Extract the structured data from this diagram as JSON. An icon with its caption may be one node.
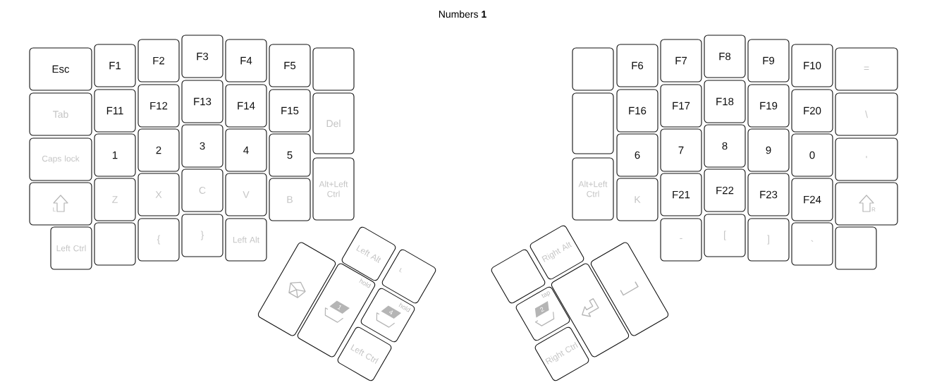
{
  "diagram": {
    "title": "Numbers **1**",
    "nodes": [
      {
        "text": [
          "Esc"
        ]
      },
      {
        "text": [
          "F1"
        ]
      },
      {
        "text": [
          "F2"
        ]
      },
      {
        "text": [
          "F3"
        ]
      },
      {
        "text": [
          "F4"
        ]
      },
      {
        "text": [
          "F5"
        ]
      },
      {
        "text": [],
        "shape": "box"
      },
      {
        "text": [
          "Tab"
        ]
      },
      {
        "text": [
          "F11"
        ]
      },
      {
        "text": [
          "F12"
        ]
      },
      {
        "text": [
          "F13"
        ]
      },
      {
        "text": [
          "F14"
        ]
      },
      {
        "text": [
          "F15"
        ]
      },
      {
        "text": [
          "Del"
        ]
      },
      {
        "text": [
          "Caps lock"
        ]
      },
      {
        "text": [
          "1"
        ]
      },
      {
        "text": [
          "2"
        ]
      },
      {
        "text": [
          "3"
        ]
      },
      {
        "text": [
          "4"
        ]
      },
      {
        "text": [
          "5"
        ]
      },
      {
        "text": [
          "Alt+Left Ctrl"
        ]
      },
      {
        "text": [
          "L"
        ]
      },
      {
        "text": [
          "Z"
        ]
      },
      {
        "text": [
          "X"
        ]
      },
      {
        "text": [
          "C"
        ]
      },
      {
        "text": [
          "V"
        ]
      },
      {
        "text": [
          "B"
        ]
      },
      {
        "text": [
          "Left Ctrl"
        ]
      },
      {
        "text": [],
        "shape": "box"
      },
      {
        "text": [
          "{"
        ]
      },
      {
        "text": [
          "}"
        ]
      },
      {
        "text": [
          "Left Alt"
        ]
      },
      {
        "text": [],
        "shape": "box"
      },
      {
        "text": [
          "hold",
          "1"
        ]
      },
      {
        "text": [
          "Left Alt"
        ]
      },
      {
        "text": [
          "L"
        ]
      },
      {
        "text": [
          "hold",
          "4"
        ]
      },
      {
        "text": [
          "Left Ctrl"
        ]
      },
      {
        "text": [],
        "shape": "box"
      },
      {
        "text": [
          "F6"
        ]
      },
      {
        "text": [
          "F7"
        ]
      },
      {
        "text": [
          "F8"
        ]
      },
      {
        "text": [
          "F9"
        ]
      },
      {
        "text": [
          "F10"
        ]
      },
      {
        "text": [
          "="
        ]
      },
      {
        "text": [],
        "shape": "box"
      },
      {
        "text": [
          "F16"
        ]
      },
      {
        "text": [
          "F17"
        ]
      },
      {
        "text": [
          "F18"
        ]
      },
      {
        "text": [
          "F19"
        ]
      },
      {
        "text": [
          "F20"
        ]
      },
      {
        "text": [
          "\\"
        ]
      },
      {
        "text": [
          "Alt+Left Ctrl"
        ]
      },
      {
        "text": [
          "6"
        ]
      },
      {
        "text": [
          "7"
        ]
      },
      {
        "text": [
          "8"
        ]
      },
      {
        "text": [
          "9"
        ]
      },
      {
        "text": [
          "0"
        ]
      },
      {
        "text": [
          "'"
        ]
      },
      {
        "text": [
          "K"
        ]
      },
      {
        "text": [
          "F21"
        ]
      },
      {
        "text": [
          "F22"
        ]
      },
      {
        "text": [
          "F23"
        ]
      },
      {
        "text": [
          "F24"
        ]
      },
      {
        "text": [
          "R"
        ]
      },
      {
        "text": [
          "-"
        ]
      },
      {
        "text": [
          "["
        ]
      },
      {
        "text": [
          "]"
        ]
      },
      {
        "text": [
          "`"
        ]
      },
      {
        "text": [],
        "shape": "box"
      },
      {
        "text": [],
        "shape": "box"
      },
      {
        "text": [
          "Right Alt"
        ]
      },
      {
        "text": [
          "tap",
          "2"
        ]
      },
      {
        "text": [
          "Right Ctrl"
        ]
      },
      {
        "text": [],
        "shape": "box"
      },
      {
        "text": [],
        "shape": "box"
      }
    ]
  }
}
